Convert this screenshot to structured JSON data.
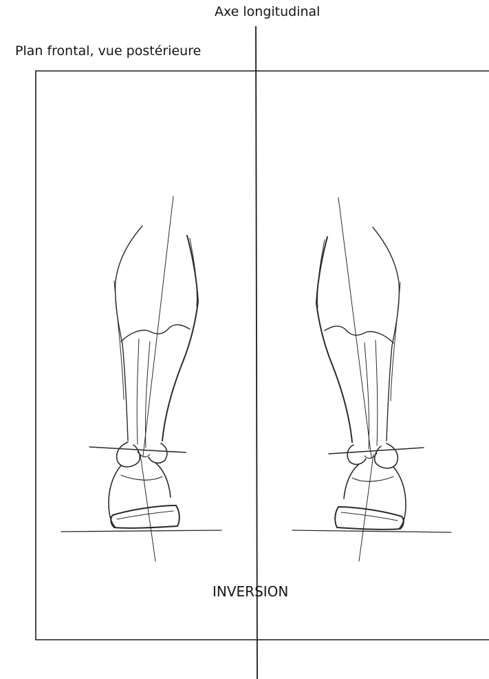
{
  "diagram": {
    "axis_label": "Axe longitudinal",
    "plane_label": "Plan frontal, vue postérieure",
    "movement_label": "INVERSION"
  },
  "colors": {
    "line": "#1a1a1a",
    "sketch": "#2a2a2a",
    "background": "#ffffff"
  }
}
